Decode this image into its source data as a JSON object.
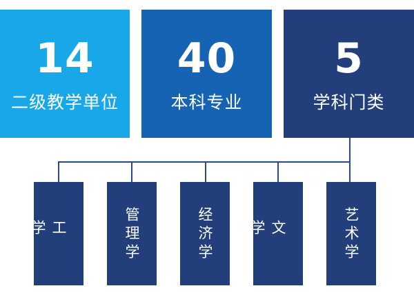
{
  "stats": [
    {
      "number": "14",
      "label": "二级教学单位"
    },
    {
      "number": "40",
      "label": "本科专业"
    },
    {
      "number": "5",
      "label": "学科门类"
    }
  ],
  "disciplines": [
    {
      "label": "工学"
    },
    {
      "label": "管理学"
    },
    {
      "label": "经济学"
    },
    {
      "label": "文学"
    },
    {
      "label": "艺术学"
    }
  ],
  "colors": {
    "box_light_blue": "#18a8ea",
    "box_mid_blue": "#1563b2",
    "box_dark_navy": "#233f7b",
    "connector": "#2a4786"
  }
}
